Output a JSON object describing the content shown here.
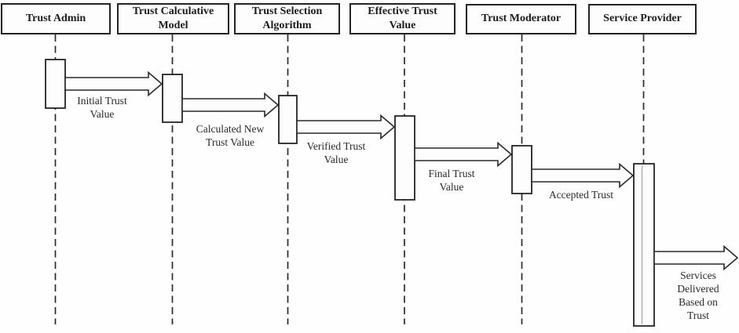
{
  "diagram_type": "sequence-diagram",
  "actors": [
    {
      "label": "Trust Admin"
    },
    {
      "label": "Trust Calculative\nModel"
    },
    {
      "label": "Trust Selection\nAlgorithm"
    },
    {
      "label": "Effective Trust\nValue"
    },
    {
      "label": "Trust Moderator"
    },
    {
      "label": "Service Provider"
    }
  ],
  "messages": [
    {
      "label": "Initial Trust\nValue",
      "from": "Trust Admin",
      "to": "Trust Calculative Model"
    },
    {
      "label": "Calculated New\nTrust Value",
      "from": "Trust Calculative Model",
      "to": "Trust Selection Algorithm"
    },
    {
      "label": "Verified Trust\nValue",
      "from": "Trust Selection Algorithm",
      "to": "Effective Trust Value"
    },
    {
      "label": "Final Trust\nValue",
      "from": "Effective Trust Value",
      "to": "Trust Moderator"
    },
    {
      "label": "Accepted Trust",
      "from": "Trust Moderator",
      "to": "Service Provider"
    },
    {
      "label": "Services\nDelivered\nBased on\nTrust",
      "from": "Service Provider",
      "to": "outside"
    }
  ],
  "colors": {
    "line": "#2a2a2a",
    "background": "#fefefe",
    "activation_fill": "#fdfdfd"
  }
}
